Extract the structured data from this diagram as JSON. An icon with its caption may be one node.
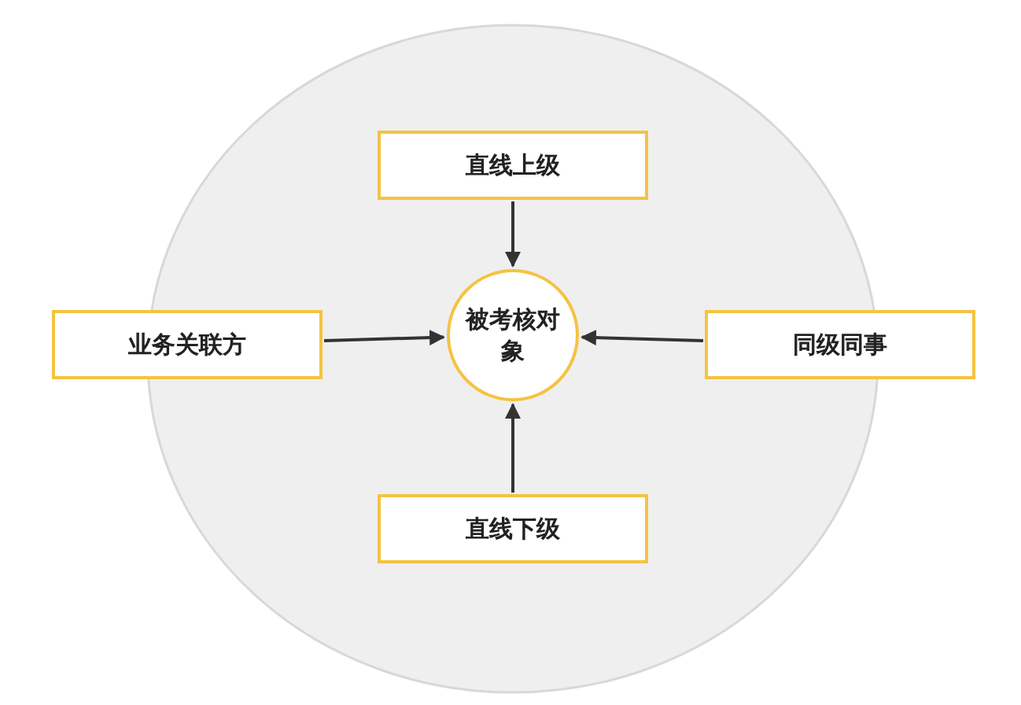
{
  "diagram": {
    "nodes": [
      {
        "text": [
          "直线上级"
        ]
      },
      {
        "text": [
          "业务关联方"
        ]
      },
      {
        "text": [
          "被考核对象"
        ]
      },
      {
        "text": [
          "同级同事"
        ]
      },
      {
        "text": [
          "直线下级"
        ]
      }
    ],
    "edges": [
      {
        "from": 0,
        "to": 2,
        "arrow": "to"
      },
      {
        "from": 1,
        "to": 2,
        "arrow": "to"
      },
      {
        "from": 3,
        "to": 2,
        "arrow": "to"
      },
      {
        "from": 4,
        "to": 2,
        "arrow": "to"
      }
    ]
  }
}
